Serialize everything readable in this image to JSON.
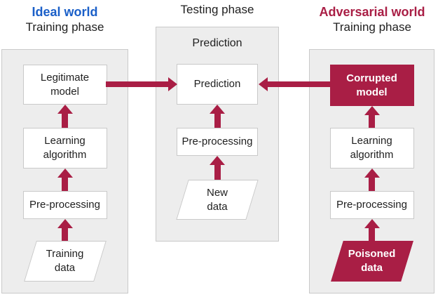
{
  "colors": {
    "accent_crimson": "#A91E45",
    "accent_blue": "#1A5FC8",
    "panel_bg": "#EDEDED",
    "border_gray": "#C9C9C9",
    "text_dark": "#1F1F1F"
  },
  "headers": {
    "ideal": {
      "world": "Ideal world",
      "phase": "Training phase"
    },
    "testing": {
      "phase": "Testing phase"
    },
    "adversarial": {
      "world": "Adversarial world",
      "phase": "Training phase"
    }
  },
  "panels": {
    "ideal": {
      "nodes": {
        "model": {
          "label": "Legitimate\nmodel",
          "shape": "rect",
          "variant": "white"
        },
        "algorithm": {
          "label": "Learning\nalgorithm",
          "shape": "rect",
          "variant": "white"
        },
        "preprocessing": {
          "label": "Pre-processing",
          "shape": "rect",
          "variant": "white"
        },
        "data": {
          "label": "Training\ndata",
          "shape": "parallelogram",
          "variant": "white"
        }
      }
    },
    "testing": {
      "heading": "Prediction",
      "nodes": {
        "prediction": {
          "label": "Prediction",
          "shape": "rect",
          "variant": "white"
        },
        "preprocessing": {
          "label": "Pre-processing",
          "shape": "rect",
          "variant": "white"
        },
        "data": {
          "label": "New\ndata",
          "shape": "parallelogram",
          "variant": "white"
        }
      }
    },
    "adversarial": {
      "nodes": {
        "model": {
          "label": "Corrupted\nmodel",
          "shape": "rect",
          "variant": "crimson"
        },
        "algorithm": {
          "label": "Learning\nalgorithm",
          "shape": "rect",
          "variant": "white"
        },
        "preprocessing": {
          "label": "Pre-processing",
          "shape": "rect",
          "variant": "white"
        },
        "data": {
          "label": "Poisoned\ndata",
          "shape": "parallelogram",
          "variant": "crimson"
        }
      }
    }
  }
}
